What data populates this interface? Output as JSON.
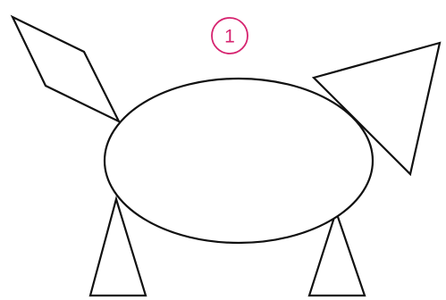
{
  "figure": {
    "label_number": "1",
    "colors": {
      "outline": "#111111",
      "label_accent": "#d6236f",
      "background": "#ffffff"
    },
    "shapes": [
      "ellipse",
      "rhombus",
      "triangle",
      "triangle",
      "triangle"
    ]
  }
}
